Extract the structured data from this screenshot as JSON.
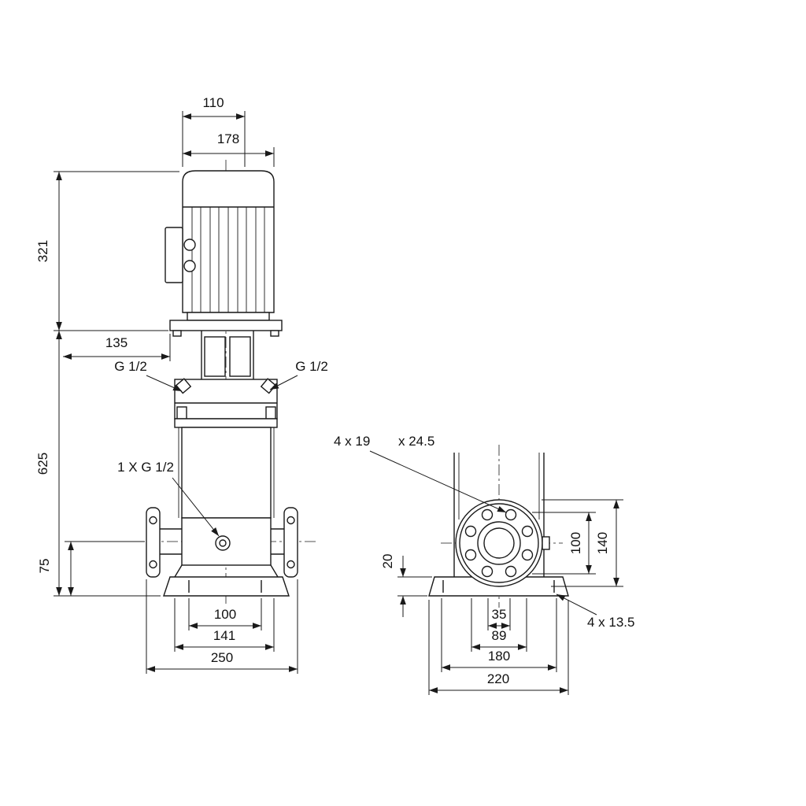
{
  "front": {
    "dim_110": "110",
    "dim_178": "178",
    "dim_321": "321",
    "dim_135": "135",
    "dim_625": "625",
    "dim_75": "75",
    "dim_100": "100",
    "dim_141": "141",
    "dim_250": "250",
    "label_port_left": "G 1/2",
    "label_port_right": "G 1/2",
    "label_drain": "1 X G 1/2"
  },
  "side": {
    "label_flange_holes": "4 x 19",
    "label_flange_counterbore": "x 24.5",
    "dim_20": "20",
    "dim_100": "100",
    "dim_140": "140",
    "dim_35": "35",
    "dim_89": "89",
    "dim_180": "180",
    "dim_220": "220",
    "label_base_holes": "4 x 13.5"
  }
}
